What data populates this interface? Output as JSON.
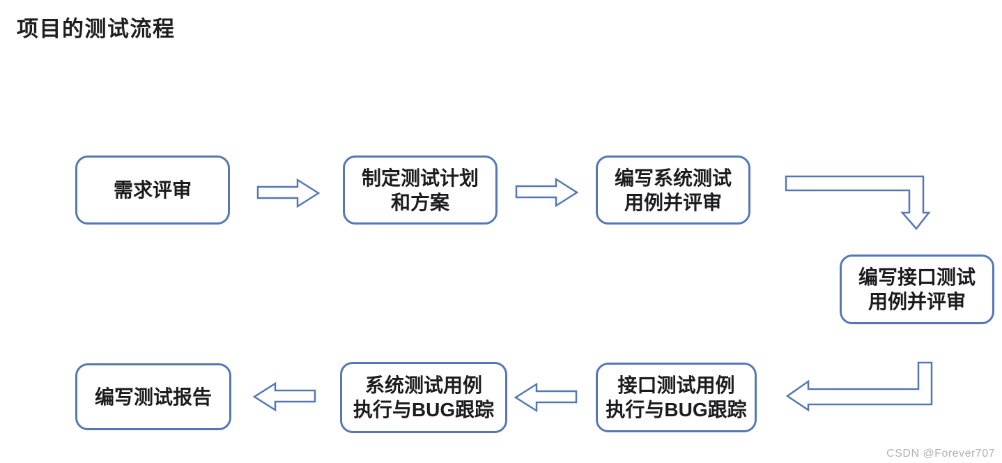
{
  "page": {
    "title": "项目的测试流程",
    "watermark": "CSDN @Forever707"
  },
  "colors": {
    "node_border": "#5578b4",
    "arrow_outline": "#5578b4",
    "arrow_fill": "#ffffff",
    "node_text": "#1c1c1e",
    "title_text": "#1f1f1f",
    "watermark_text": "#b2b2b6",
    "background": "#ffffff"
  },
  "flowchart": {
    "nodes": [
      {
        "id": "requirements-review",
        "label": "需求评审"
      },
      {
        "id": "create-test-plan",
        "label": "制定测试计划\n和方案"
      },
      {
        "id": "write-system-test-cases",
        "label": "编写系统测试\n用例并评审"
      },
      {
        "id": "write-interface-test-cases",
        "label": "编写接口测试\n用例并评审"
      },
      {
        "id": "interface-case-execution",
        "label": "接口测试用例\n执行与BUG跟踪"
      },
      {
        "id": "system-case-execution",
        "label": "系统测试用例\n执行与BUG跟踪"
      },
      {
        "id": "write-test-report",
        "label": "编写测试报告"
      }
    ],
    "connections": [
      {
        "from": "requirements-review",
        "to": "create-test-plan",
        "shape": "right-arrow"
      },
      {
        "from": "create-test-plan",
        "to": "write-system-test-cases",
        "shape": "right-arrow"
      },
      {
        "from": "write-system-test-cases",
        "to": "write-interface-test-cases",
        "shape": "elbow-right-down-arrow"
      },
      {
        "from": "write-interface-test-cases",
        "to": "interface-case-execution",
        "shape": "elbow-down-left-arrow"
      },
      {
        "from": "interface-case-execution",
        "to": "system-case-execution",
        "shape": "left-arrow"
      },
      {
        "from": "system-case-execution",
        "to": "write-test-report",
        "shape": "left-arrow"
      }
    ]
  }
}
